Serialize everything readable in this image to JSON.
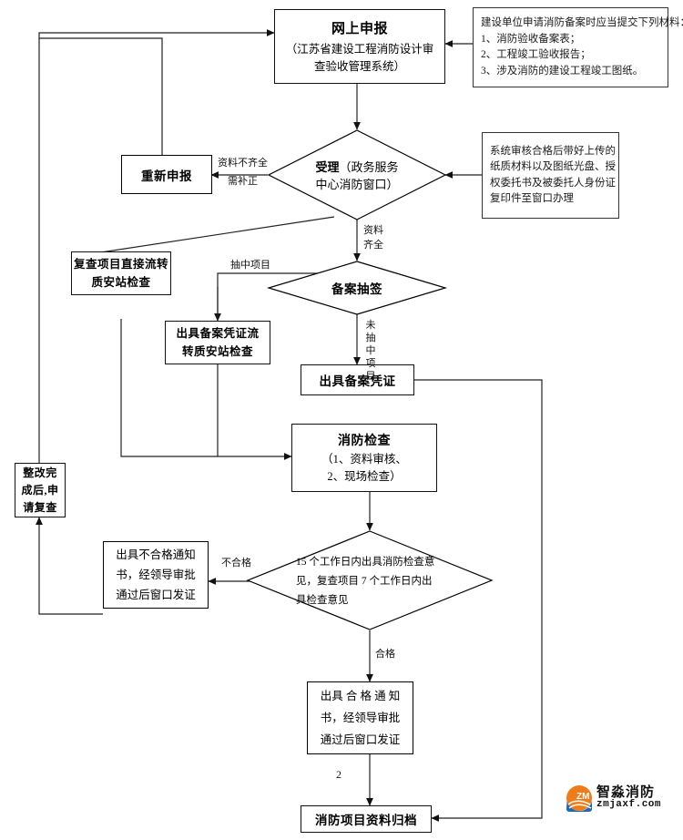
{
  "diagram": {
    "title_node": {
      "title": "网上申报",
      "line2": "（江苏省建设工程消防设计审",
      "line3": "查验收管理系统）"
    },
    "notes": {
      "materials": {
        "l1": "建设单位申请消防备案时应当提交下列材料：",
        "l2": "1、消防验收备案表；",
        "l3": "2、工程竣工验收报告；",
        "l4": "3、涉及消防的建设工程竣工图纸。"
      },
      "window": {
        "l1": "系统审核合格后带好上传的",
        "l2": "纸质材料以及图纸光盘、授",
        "l3": "权委托书及被委托人身份证",
        "l4": "复印件至窗口办理"
      }
    },
    "nodes": {
      "resubmit": "重新申报",
      "accept": {
        "bold": "受理",
        "rest": "（政务服务",
        "line2": "中心消防窗口）"
      },
      "recheck_transfer": {
        "l1": "复查项目直接流转",
        "l2": "质安站检查"
      },
      "lottery": "备案抽签",
      "issue_cert_transfer": {
        "l1": "出具备案凭证流",
        "l2": "转质安站检查"
      },
      "issue_cert": "出具备案凭证",
      "fire_inspection": {
        "title": "消防检查",
        "l1": "（1、资料审核、",
        "l2": "2、现场检查）"
      },
      "rectify": {
        "l1": "整改完",
        "l2": "成后,申",
        "l3": "请复查"
      },
      "fail_notice": {
        "l1": "出具不合格通知",
        "l2": "书，经领导审批",
        "l3": "通过后窗口发证"
      },
      "deadline": {
        "l1": "15 个工作日内出具消防检查意",
        "l2": "见，复查项目 7 个工作日内出",
        "l3": "具检查意见"
      },
      "pass_notice": {
        "l1": "出具 合 格 通 知",
        "l2": "书，经领导审批",
        "l3": "通过后窗口发证"
      },
      "archive": "消防项目资料归档"
    },
    "edge_labels": {
      "incomplete_1": "资料不齐全",
      "incomplete_2": "需补正",
      "complete_1": "资料",
      "complete_2": "齐全",
      "drawn": "抽中项目",
      "not_drawn": "未抽中项目",
      "fail": "不合格",
      "pass": "合格",
      "two": "2"
    },
    "logo": {
      "cn": "智淼消防",
      "en": "zmjaxf.com",
      "mark": "ZM"
    },
    "colors": {
      "line": "#1a1a1a",
      "box_border": "#000000",
      "logo_orange": "#ef7c1a",
      "logo_blue": "#1769b8",
      "bg": "#ffffff"
    }
  }
}
